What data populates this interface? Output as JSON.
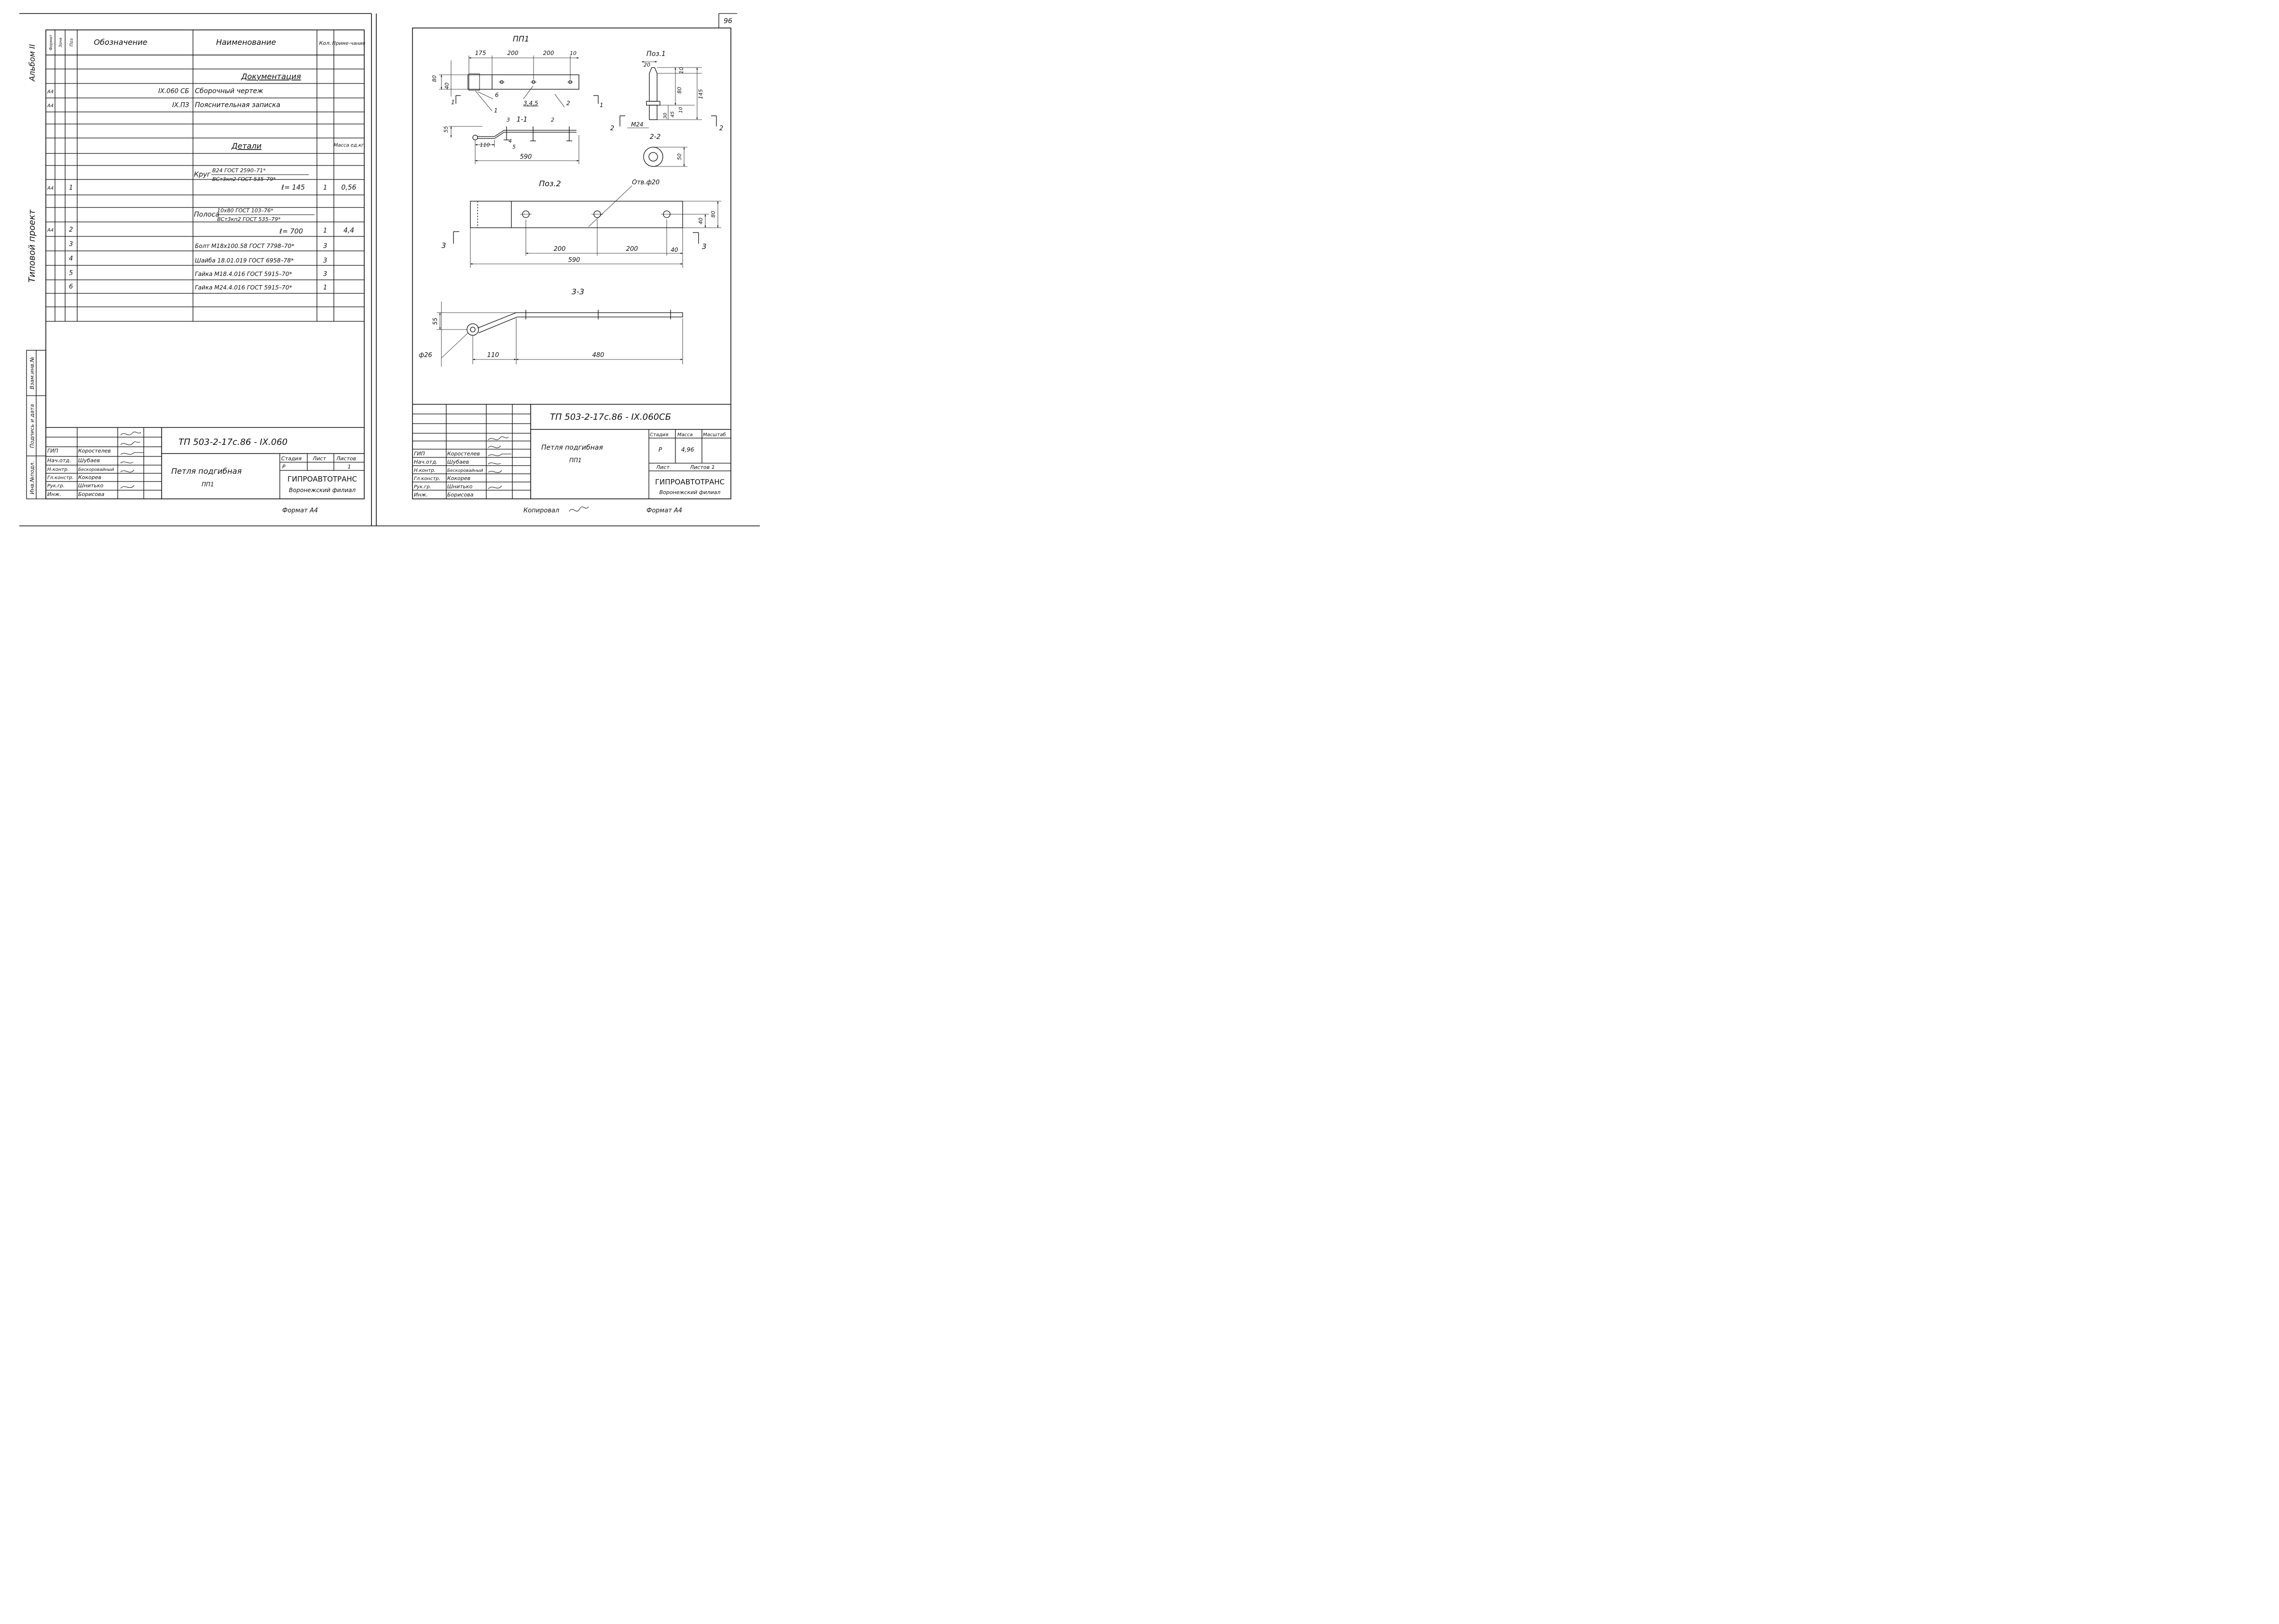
{
  "page_number": "96",
  "margin": {
    "album": "Альбом II",
    "project": "Типовой проект",
    "stamp_cols": [
      "Инв.№подл.",
      "Подпись и дата",
      "Взам.инв.№"
    ]
  },
  "spec": {
    "headers": {
      "format": "Формат",
      "zone": "Зона",
      "pos": "Поз",
      "designation": "Обозначение",
      "name": "Наименование",
      "qty": "Кол.",
      "note": "Приме-чание"
    },
    "sections": {
      "documentation": "Документация",
      "details": "Детали"
    },
    "docs": [
      {
        "format": "А4",
        "designation": "IX.060 СБ",
        "name": "Сборочный чертеж"
      },
      {
        "format": "А4",
        "designation": "IX.ПЗ",
        "name": "Пояснительная записка"
      }
    ],
    "mass_note": "Масса ед.кг",
    "material_1": {
      "prefix": "Круг",
      "top": "В24 ГОСТ 2590–71*",
      "bottom": "ВСт3кп2 ГОСТ 535–79*"
    },
    "material_2": {
      "prefix": "Полоса",
      "top": "10х80 ГОСТ 103–76*",
      "bottom": "ВСт3кп2 ГОСТ 535–79*"
    },
    "items": [
      {
        "format": "А4",
        "pos": "1",
        "name": "ℓ= 145",
        "qty": "1",
        "note": "0,56"
      },
      {
        "format": "А4",
        "pos": "2",
        "name": "ℓ= 700",
        "qty": "1",
        "note": "4,4"
      },
      {
        "format": "",
        "pos": "3",
        "name": "Болт М18х100.58 ГОСТ 7798–70*",
        "qty": "3",
        "note": ""
      },
      {
        "format": "",
        "pos": "4",
        "name": "Шайба 18.01.019 ГОСТ 6958–78*",
        "qty": "3",
        "note": ""
      },
      {
        "format": "",
        "pos": "5",
        "name": "Гайка М18.4.016 ГОСТ 5915–70*",
        "qty": "3",
        "note": ""
      },
      {
        "format": "",
        "pos": "6",
        "name": "Гайка М24.4.016 ГОСТ 5915–70*",
        "qty": "1",
        "note": ""
      }
    ]
  },
  "titleblock_left": {
    "code": "ТП 503-2-17с.86 - IX.060",
    "title": "Петля подгибная",
    "subtitle": "ПП1",
    "stage_label": "Стадия",
    "sheet_label": "Лист",
    "sheets_label": "Листов",
    "stage": "Р",
    "sheets": "1",
    "org": "ГИПРОАВТОТРАНС",
    "branch": "Воронежский филиал",
    "format": "Формат А4"
  },
  "titleblock_right": {
    "code": "ТП 503-2-17с.86 - IX.060СБ",
    "title": "Петля подгибная",
    "subtitle": "ПП1",
    "stage_label": "Стадия",
    "mass_label": "Масса",
    "scale_label": "Масштаб",
    "stage": "Р",
    "mass": "4,96",
    "sheet_label": "Лист",
    "sheets_label": "Листов 1",
    "org": "ГИПРОАВТОТРАНС",
    "branch": "Воронежский филиал",
    "format": "Формат А4",
    "copied": "Копировал"
  },
  "people": [
    {
      "role": "ГИП",
      "name": "Коростелев"
    },
    {
      "role": "Нач.отд.",
      "name": "Шубаев"
    },
    {
      "role": "Н.контр.",
      "name": "Бескоровайный"
    },
    {
      "role": "Гл.констр.",
      "name": "Кокорев"
    },
    {
      "role": "Рук.гр.",
      "name": "Шнитько"
    },
    {
      "role": "Инж.",
      "name": "Борисова"
    }
  ],
  "drawing": {
    "title_main": "ПП1",
    "pos1": "Поз.1",
    "pos2": "Поз.2",
    "sec11": "1-1",
    "sec22": "2-2",
    "sec33": "3-3",
    "hole": "Отв.ф20",
    "thread": "М24",
    "dia": "ф26",
    "dims": {
      "d175": "175",
      "d200a": "200",
      "d200b": "200",
      "d10": "10",
      "d80": "80",
      "d40": "40",
      "d55": "55",
      "d110": "110",
      "d590": "590",
      "p1_20": "20",
      "p1_10": "10",
      "p1_80": "80",
      "p1_145": "145",
      "p1_30": "30",
      "p1_45": "45",
      "p1_10b": "10",
      "p1_50": "50",
      "p2_200a": "200",
      "p2_200b": "200",
      "p2_40": "40",
      "p2_590": "590",
      "p2_40v": "40",
      "p2_80v": "80",
      "s3_55": "55",
      "s3_110": "110",
      "s3_480": "480"
    },
    "callouts": {
      "c1": "1",
      "c2": "2",
      "c6": "6",
      "c345": "3,4,5",
      "c3": "3",
      "c4": "4",
      "c5": "5",
      "c2b": "2"
    },
    "section_marks": {
      "m1": "1",
      "m2": "2",
      "m3": "3"
    }
  }
}
